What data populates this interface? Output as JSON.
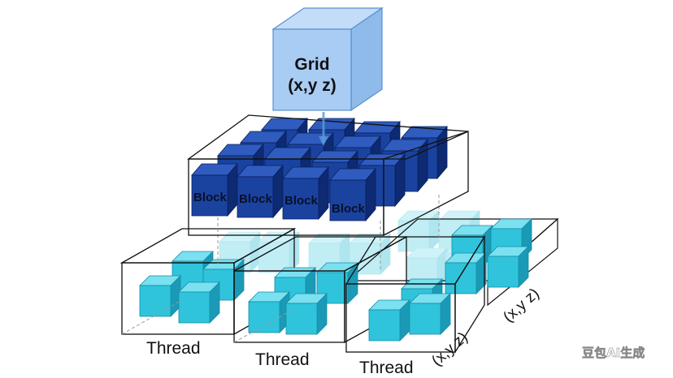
{
  "grid": {
    "title": "Grid",
    "coords": "(x,y z)"
  },
  "blocks": {
    "labels": [
      "Block",
      "Block",
      "Block",
      "Block"
    ]
  },
  "threads": {
    "labels": [
      "Thread",
      "Thread",
      "Thread"
    ],
    "coords": [
      "(x,y z)",
      "(x,y z)"
    ]
  },
  "watermark": "豆包AI生成",
  "colors": {
    "grid_cube": "#a9ccf4",
    "block_cube": "#173f96",
    "thread_cube": "#2bbdd8",
    "outline": "#111111"
  },
  "icons": [
    "grid-cube-icon",
    "block-cube-icon",
    "thread-cube-icon"
  ]
}
